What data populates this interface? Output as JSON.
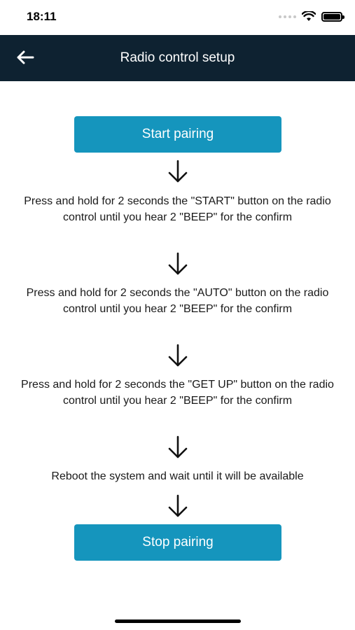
{
  "status_bar": {
    "time": "18:11"
  },
  "header": {
    "title": "Radio control setup"
  },
  "buttons": {
    "start": "Start pairing",
    "stop": "Stop pairing"
  },
  "steps": [
    "Press and hold for 2 seconds the \"START\" button on the radio control until you hear 2 \"BEEP\" for the confirm",
    "Press and hold for 2 seconds the \"AUTO\" button on the radio control until you hear 2 \"BEEP\" for the confirm",
    "Press and hold for 2 seconds the \"GET UP\" button on the radio control until you hear 2 \"BEEP\" for the confirm",
    "Reboot the system and wait until it will be available"
  ],
  "colors": {
    "header_bg": "#0e2231",
    "button_bg": "#1595bd",
    "text": "#1a1a1a"
  },
  "icons": {
    "back": "arrow-left-icon",
    "step_arrow": "arrow-down-icon",
    "wifi": "wifi-icon",
    "battery": "battery-icon"
  }
}
